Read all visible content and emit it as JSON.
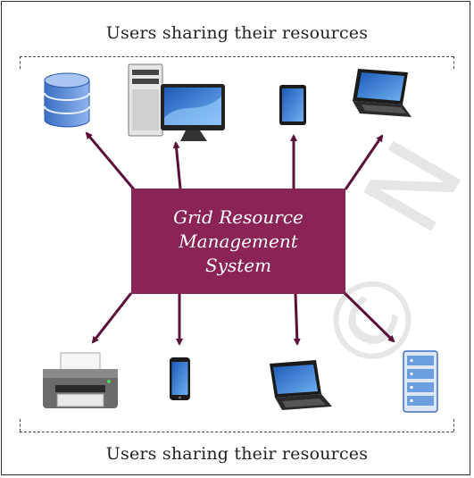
{
  "top_caption": "Users sharing their resources",
  "bottom_caption": "Users sharing their resources",
  "center": {
    "line1": "Grid Resource",
    "line2": "Management",
    "line3": "System"
  },
  "colors": {
    "box": "#8a2454",
    "arrow": "#5a1038"
  },
  "icons_top": [
    "database-icon",
    "desktop-computer-icon",
    "tablet-icon",
    "laptop-icon"
  ],
  "icons_bottom": [
    "printer-icon",
    "smartphone-icon",
    "laptop-icon",
    "server-icon"
  ]
}
